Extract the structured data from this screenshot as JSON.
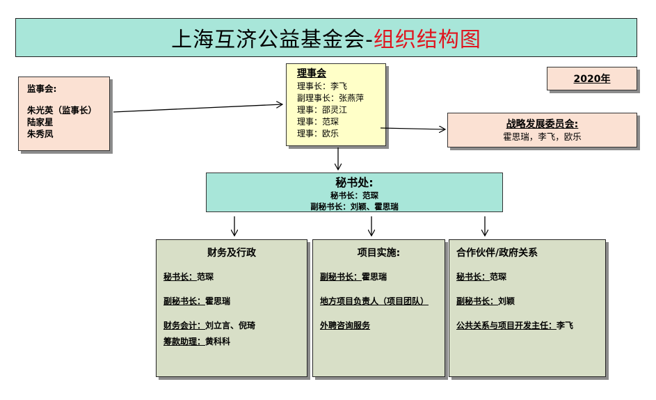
{
  "title": {
    "main": "上海互济公益基金会-",
    "highlight": "组织结构图"
  },
  "year": "2020年",
  "supervisors": {
    "heading": "监事会:",
    "members": [
      "朱光英（监事长）",
      "陆家星",
      "朱秀凤"
    ]
  },
  "board": {
    "heading": "理事会",
    "members": [
      "理事长：李飞",
      "副理事长：张燕萍",
      "理事：邵灵江",
      "理事：范琛",
      "理事：欧乐"
    ]
  },
  "strategy": {
    "heading": "战略发展委员会:",
    "members": "霍思瑞，李飞，欧乐"
  },
  "secretariat": {
    "heading": "秘书处:",
    "line1": "秘书长：范琛",
    "line2": "副秘书长：刘颖、霍思瑞"
  },
  "departments": {
    "finance": {
      "heading": "财务及行政",
      "rows": [
        {
          "label": "秘书长：",
          "value": "范琛"
        },
        {
          "label": "副秘书长：",
          "value": "霍思瑞"
        },
        {
          "label": "财务会计：",
          "value": "刘立言、倪琦"
        },
        {
          "label": "筹款助理：",
          "value": "黄科科"
        }
      ]
    },
    "projects": {
      "heading": "项目实施:",
      "rows": [
        {
          "label": "副秘书长：",
          "value": "霍思瑞"
        },
        {
          "label": "地方项目负责人（项目团队）",
          "value": ""
        },
        {
          "label": "外聘咨询服务",
          "value": ""
        }
      ]
    },
    "partners": {
      "heading": "合作伙伴/政府关系",
      "rows": [
        {
          "label": "秘书长：",
          "value": "范琛"
        },
        {
          "label": "副秘书长：",
          "value": "刘颖"
        },
        {
          "label": "公共关系与项目开发主任：",
          "value": "李飞"
        }
      ]
    }
  }
}
